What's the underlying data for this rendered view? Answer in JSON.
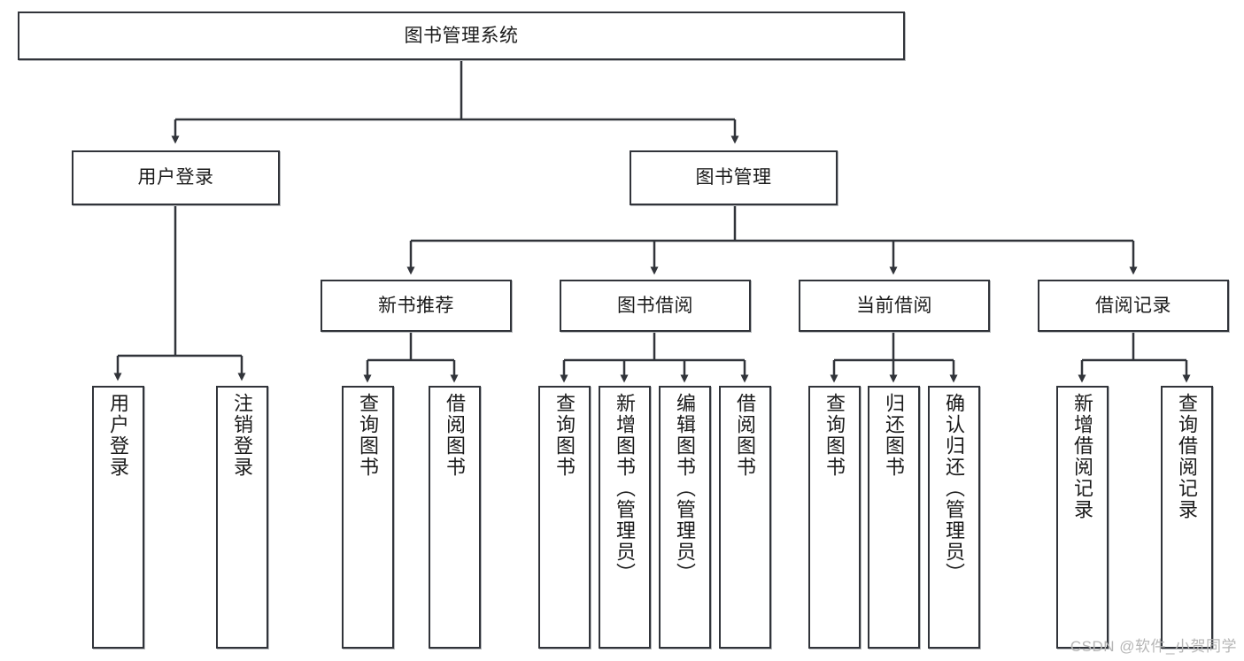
{
  "diagram": {
    "title": "图书管理系统",
    "type": "tree",
    "watermark": "CSDN @软件_小贺同学",
    "colors": {
      "border": "#31343a",
      "background": "#ffffff",
      "text": "#1b1b1b",
      "connector": "#31343a",
      "watermark": "#b6b6b6"
    },
    "root": {
      "label": "图书管理系统"
    },
    "level2": [
      {
        "label": "用户登录"
      },
      {
        "label": "图书管理"
      }
    ],
    "level3": [
      {
        "label": "新书推荐"
      },
      {
        "label": "图书借阅"
      },
      {
        "label": "当前借阅"
      },
      {
        "label": "借阅记录"
      }
    ],
    "leaves": {
      "user_login": [
        {
          "label": "用户登录"
        },
        {
          "label": "注销登录"
        }
      ],
      "new_book": [
        {
          "label": "查询图书"
        },
        {
          "label": "借阅图书"
        }
      ],
      "book_borrow": [
        {
          "label": "查询图书"
        },
        {
          "label": "新增图书（管理员）"
        },
        {
          "label": "编辑图书（管理员）"
        },
        {
          "label": "借阅图书"
        }
      ],
      "current_borrow": [
        {
          "label": "查询图书"
        },
        {
          "label": "归还图书"
        },
        {
          "label": "确认归还（管理员）"
        }
      ],
      "borrow_record": [
        {
          "label": "新增借阅记录"
        },
        {
          "label": "查询借阅记录"
        }
      ]
    }
  }
}
